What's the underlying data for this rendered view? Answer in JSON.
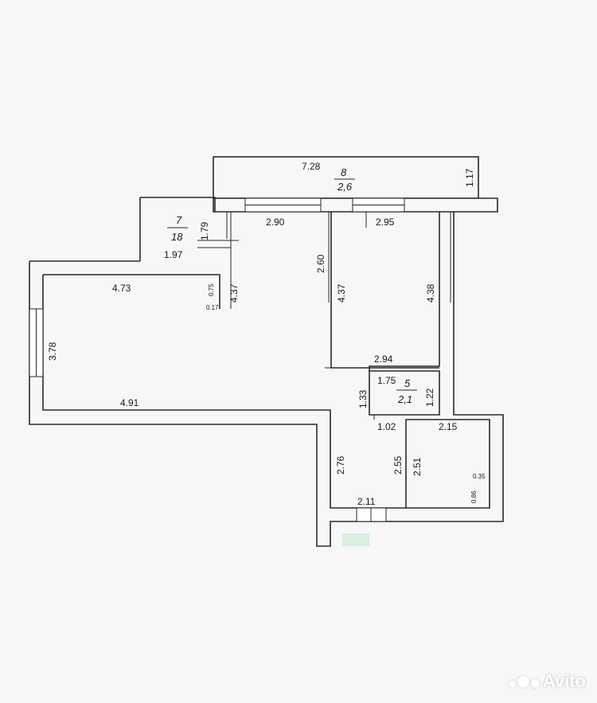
{
  "rooms": {
    "r8": {
      "number": "8",
      "area": "2,6"
    },
    "r7": {
      "number": "7",
      "area": "18"
    },
    "r5": {
      "number": "5",
      "area": "2,1"
    }
  },
  "dimensions": [
    "7.28",
    "1.17",
    "2.90",
    "2.95",
    "1.79",
    "1.97",
    "4.73",
    "0.75",
    "0.17",
    "4.37",
    "2.60",
    "4.37",
    "4.38",
    "3.78",
    "2.94",
    "1.75",
    "1.33",
    "1.22",
    "4.91",
    "1.02",
    "2.15",
    "2.76",
    "2.55",
    "2.51",
    "0.35",
    "0.86",
    "2.11"
  ],
  "watermark": {
    "brand": "Avito"
  },
  "colors": {
    "line": "#2a2a2a",
    "background": "#f7f7f7",
    "accent": "#d8f0de"
  }
}
